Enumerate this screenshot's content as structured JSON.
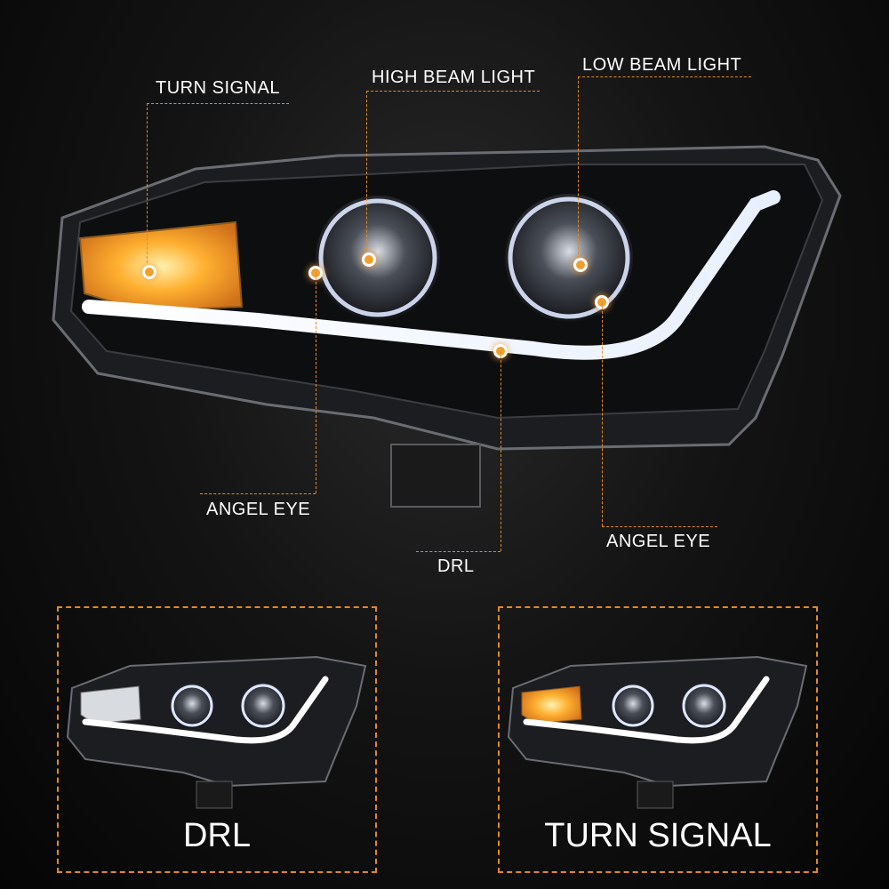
{
  "main": {
    "callouts": {
      "turn_signal": "TURN SIGNAL",
      "high_beam": "HIGH BEAM LIGHT",
      "low_beam": "LOW BEAM LIGHT",
      "angel_eye_left": "ANGEL EYE",
      "angel_eye_right": "ANGEL EYE",
      "drl": "DRL"
    }
  },
  "panels": [
    {
      "caption": "DRL"
    },
    {
      "caption": "TURN SIGNAL"
    }
  ],
  "colors": {
    "accent": "#e38a24",
    "amber_lamp": "#f5a030",
    "background": "#0b0b0b"
  }
}
